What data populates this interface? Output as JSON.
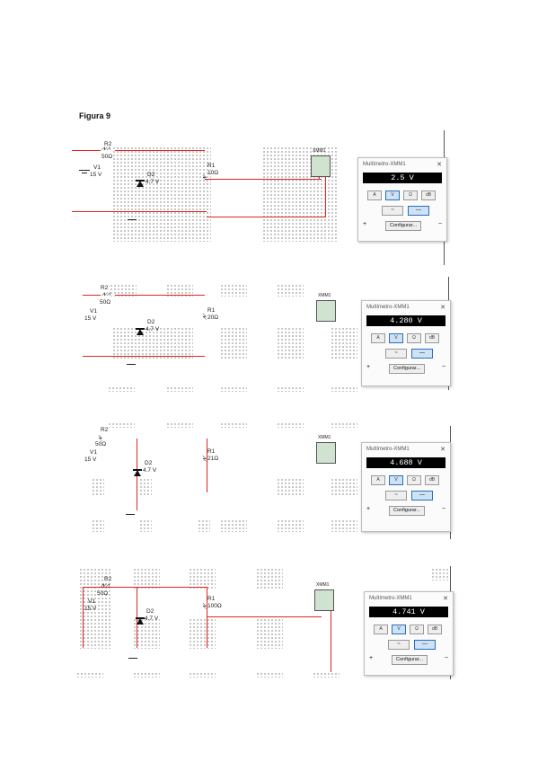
{
  "figure_title": "Figura 9",
  "multimeter_title": "Multímetro-XMM1",
  "config_label": "Configurar...",
  "meter_icon_label": "XMM1",
  "buttons": [
    "A",
    "V",
    "Ω",
    "dB"
  ],
  "wave_buttons": [
    "~",
    "—"
  ],
  "panels": [
    {
      "r2": "R2",
      "r2_value": "50Ω",
      "v1": "V1",
      "v1_value": "15 V",
      "d2": "D2",
      "d2_value": "4.7 V",
      "r1": "R1",
      "r1_value": "10Ω",
      "reading": "2.5 V"
    },
    {
      "r2": "R2",
      "r2_value": "50Ω",
      "v1": "V1",
      "v1_value": "15 V",
      "d2": "D2",
      "d2_value": "4.7 V",
      "r1": "R1",
      "r1_value": "20Ω",
      "reading": "4.280 V"
    },
    {
      "r2": "R2",
      "r2_value": "50Ω",
      "v1": "V1",
      "v1_value": "15 V",
      "d2": "D2",
      "d2_value": "4.7 V",
      "r1": "R1",
      "r1_value": "21Ω",
      "reading": "4.688 V"
    },
    {
      "r2": "R2",
      "r2_value": "50Ω",
      "v1": "V1",
      "v1_value": "15 V",
      "d2": "D2",
      "d2_value": "4.7 V",
      "r1": "R1",
      "r1_value": "100Ω",
      "reading": "4.741 V"
    }
  ]
}
